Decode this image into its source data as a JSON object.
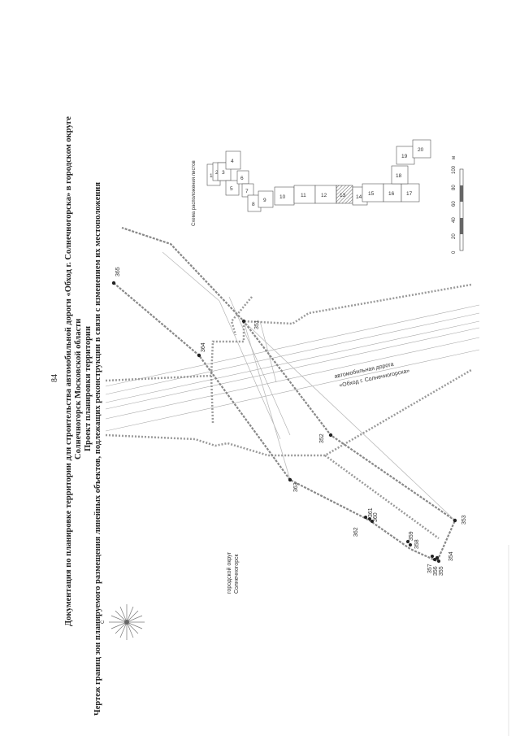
{
  "page_number": "84",
  "header": {
    "line1": "Документация по планировке территории для строительства автомобильной дороги «Обход г. Солнечногорска» в городском округе",
    "line2": "Солнечногорск Московской области",
    "line3": "Проект планировки территории",
    "line4": "Чертеж границ зон планируемого размещения линейных объектов, подлежащих реконструкции в связи с изменением их местоположения"
  },
  "map": {
    "road_label_1": "автомобильная дорога",
    "road_label_2": "«Обход г. Солнечногорска»",
    "district_label_1": "городской округ",
    "district_label_2": "Солнечногорск",
    "compass_letter": "С",
    "point_labels": [
      "351",
      "352",
      "353",
      "354",
      "355",
      "356",
      "357",
      "358",
      "359",
      "360",
      "361",
      "362",
      "363",
      "364",
      "365"
    ]
  },
  "sheet_scheme": {
    "title": "Схема расположения листов",
    "sheets": [
      "1",
      "2",
      "3",
      "4",
      "5",
      "6",
      "7",
      "8",
      "9",
      "10",
      "11",
      "12",
      "13",
      "14",
      "15",
      "16",
      "17",
      "18",
      "19",
      "20"
    ],
    "current_sheet": "13"
  },
  "scale_bar": {
    "ticks": [
      "0",
      "20",
      "40",
      "60",
      "80",
      "100"
    ],
    "unit": "м"
  }
}
